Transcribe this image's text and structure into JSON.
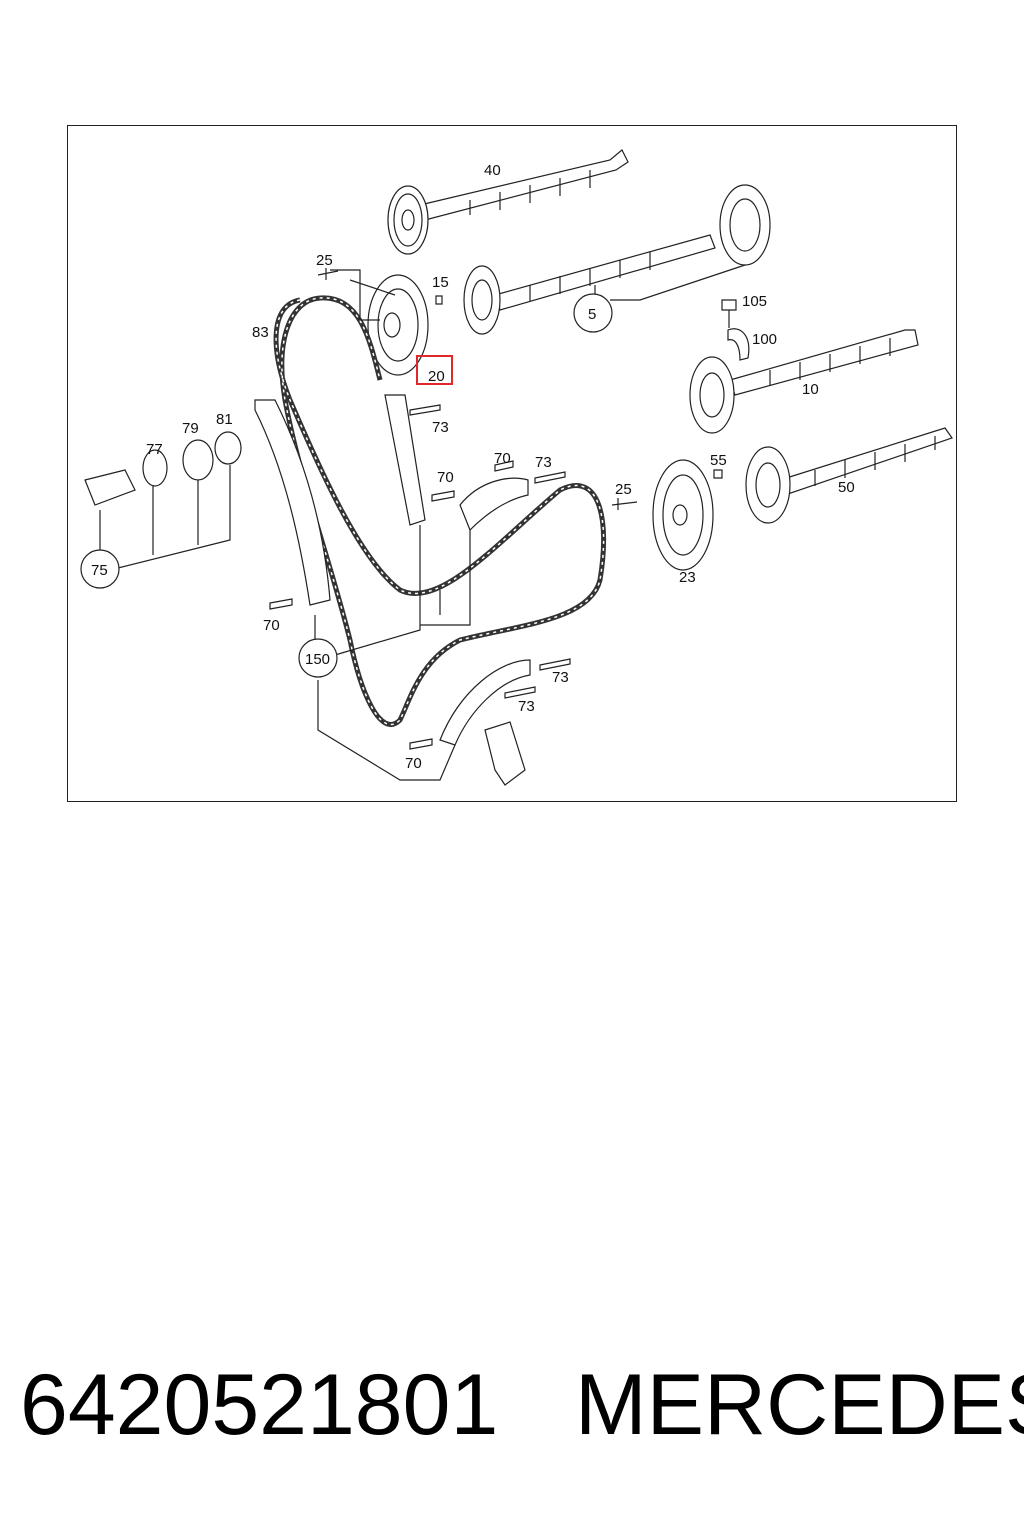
{
  "diagram": {
    "callouts": {
      "c40": "40",
      "c25a": "25",
      "c15": "15",
      "c83": "83",
      "c20": "20",
      "c5": "5",
      "c105": "105",
      "c100": "100",
      "c10": "10",
      "c73a": "73",
      "c77": "77",
      "c79": "79",
      "c81": "81",
      "c70a": "70",
      "c70b": "70",
      "c73b": "73",
      "c25b": "25",
      "c55": "55",
      "c50": "50",
      "c23": "23",
      "c75": "75",
      "c70c": "70",
      "c150": "150",
      "c73c": "73",
      "c73d": "73",
      "c70d": "70"
    },
    "highlight_color": "#e0282a",
    "line_color": "#222222"
  },
  "caption": {
    "part_number": "6420521801",
    "brand": "MERCEDES"
  }
}
